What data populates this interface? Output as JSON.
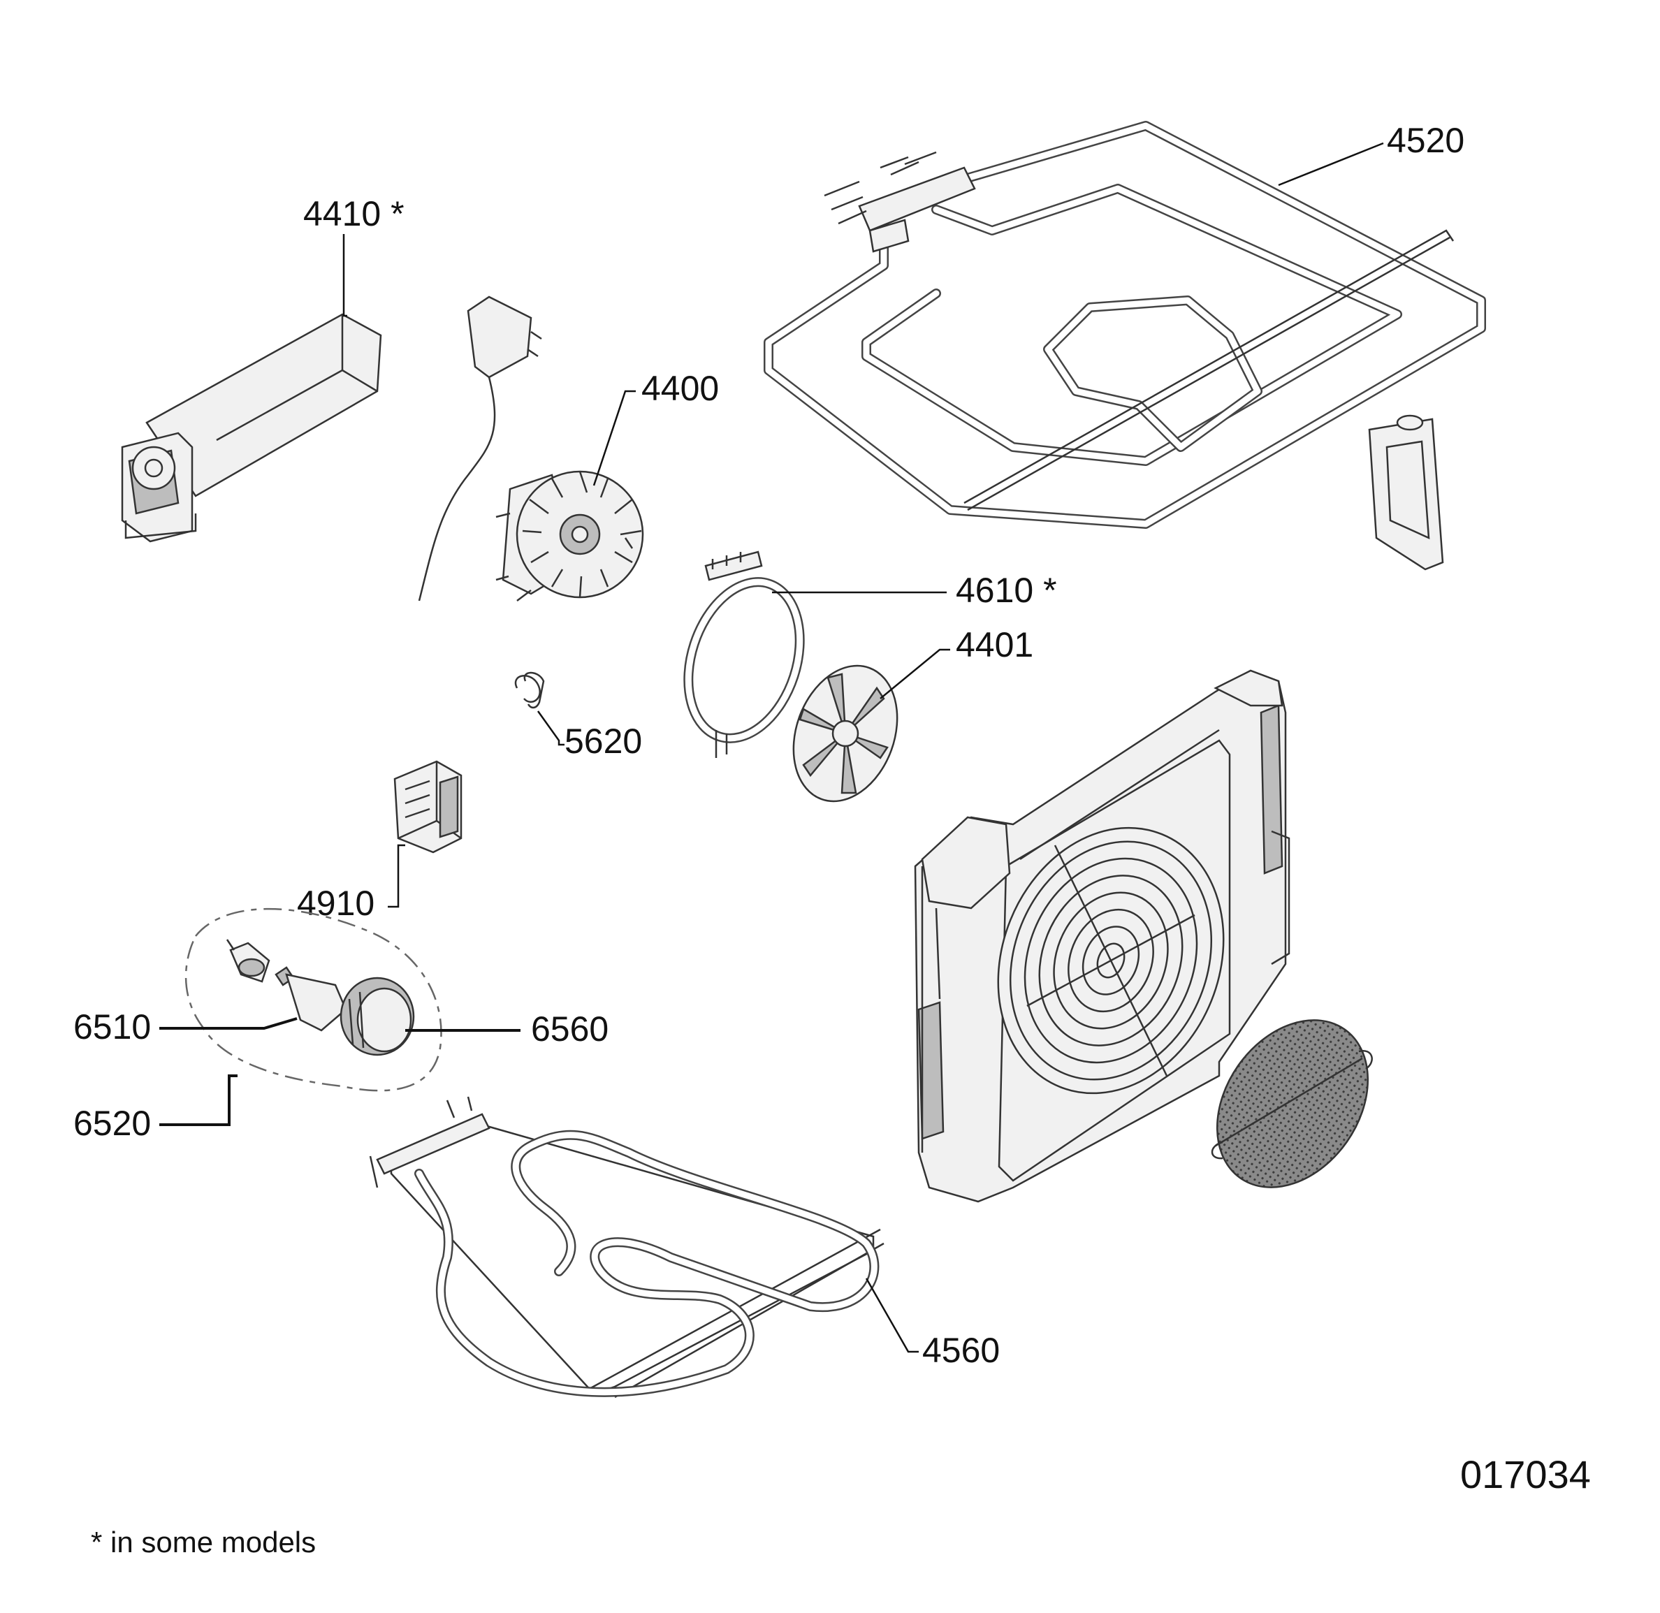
{
  "parts": [
    {
      "id": "4520",
      "label": "4520"
    },
    {
      "id": "4410",
      "label": "4410 *"
    },
    {
      "id": "4400",
      "label": "4400"
    },
    {
      "id": "4610",
      "label": "4610 *"
    },
    {
      "id": "4401",
      "label": "4401"
    },
    {
      "id": "5620",
      "label": "5620"
    },
    {
      "id": "4910",
      "label": "4910"
    },
    {
      "id": "6510",
      "label": "6510"
    },
    {
      "id": "6560",
      "label": "6560"
    },
    {
      "id": "6520",
      "label": "6520"
    },
    {
      "id": "4560",
      "label": "4560"
    }
  ],
  "drawing_number": "017034",
  "footnote": "* in some models"
}
